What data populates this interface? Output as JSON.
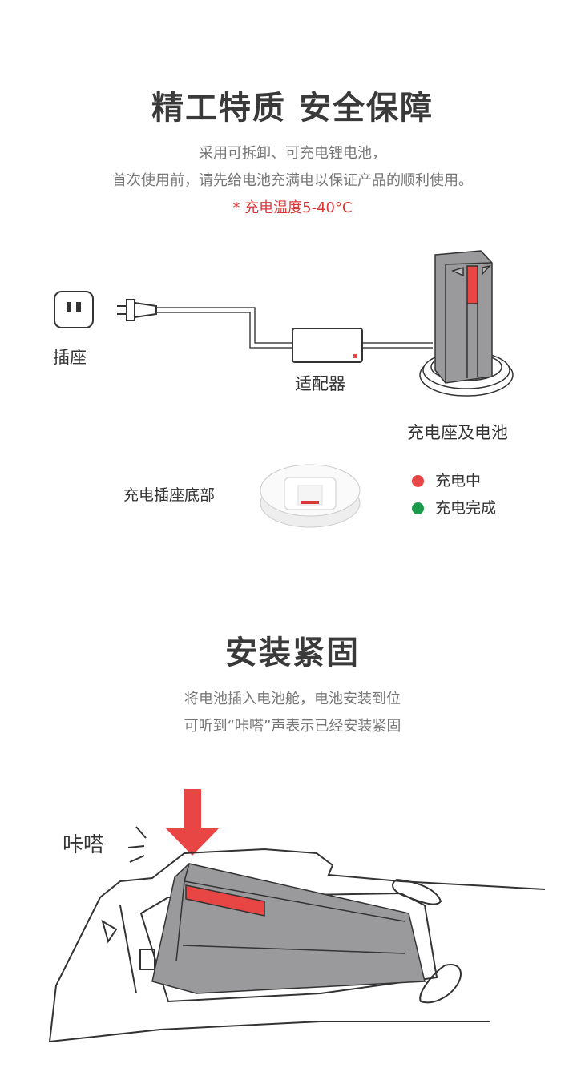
{
  "section1": {
    "title": "精工特质  安全保障",
    "desc_line1": "采用可拆卸、可充电锂电池，",
    "desc_line2": "首次使用前，请先给电池充满电以保证产品的顺利使用。",
    "note": "* 充电温度5-40°C",
    "labels": {
      "socket": "插座",
      "adapter": "适配器",
      "dock_battery": "充电座及电池",
      "dock_bottom": "充电插座底部"
    },
    "legend": [
      {
        "label": "充电中",
        "color": "#e84545"
      },
      {
        "label": "充电完成",
        "color": "#1a9a4a"
      }
    ]
  },
  "section2": {
    "title": "安装紧固",
    "desc_line1": "将电池插入电池舱，电池安装到位",
    "desc_line2": "可听到“咔嗒”声表示已经安装紧固",
    "click_label": "咔嗒"
  },
  "colors": {
    "accent": "#e84545",
    "battery": "#9a9a9c"
  }
}
